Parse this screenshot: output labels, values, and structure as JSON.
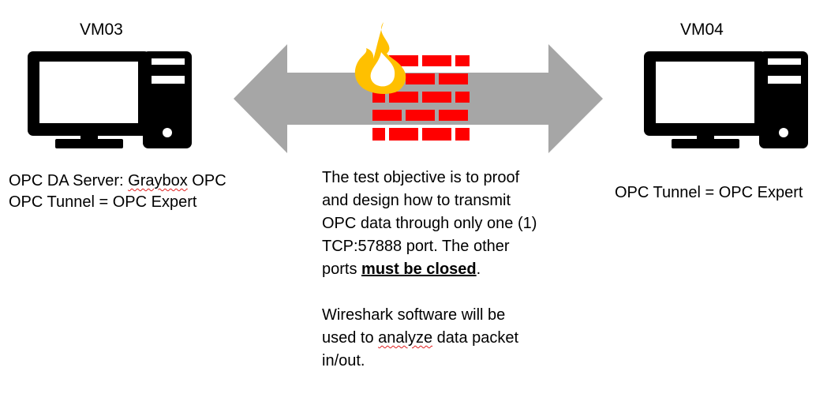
{
  "left_vm": {
    "label": "VM03",
    "line1_prefix": "OPC DA Server: ",
    "line1_flagged": "Graybox",
    "line1_suffix": " OPC",
    "line2": "OPC Tunnel = OPC Expert"
  },
  "right_vm": {
    "label": "VM04",
    "line1": "OPC Tunnel = OPC Expert"
  },
  "objective": {
    "p1_main": "The test objective is to proof and design how to transmit OPC data through only one (1) TCP:57888 port. The other ports ",
    "p1_emphasis": "must be closed",
    "p1_end": ".",
    "p2_prefix": "Wireshark software will be used to ",
    "p2_flagged": "analyze",
    "p2_suffix": " data packet in/out."
  },
  "colors": {
    "arrow": "#a6a6a6",
    "firewall": "#ff0000",
    "flame_outer": "#ffc000",
    "flame_inner": "#ffffff",
    "computer": "#000000"
  },
  "icons": {
    "left_computer": "desktop-computer-icon",
    "right_computer": "desktop-computer-icon",
    "firewall": "firewall-icon",
    "arrow": "double-headed-arrow"
  }
}
